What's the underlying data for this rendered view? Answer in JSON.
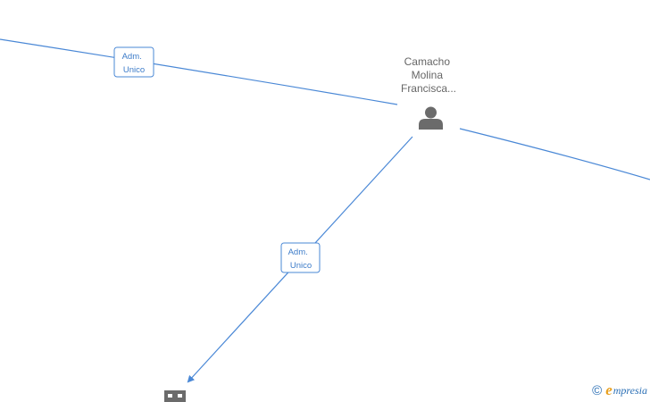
{
  "nodes": {
    "person": {
      "label_lines": [
        "Camacho",
        "Molina",
        "Francisca..."
      ],
      "icon": "person-icon"
    },
    "company": {
      "icon": "building-icon"
    }
  },
  "edges": [
    {
      "label_lines": [
        "Adm.",
        "Unico"
      ]
    },
    {
      "label_lines": [
        "Adm.",
        "Unico"
      ]
    }
  ],
  "watermark": {
    "copyright": "©",
    "brand_initial": "e",
    "brand_rest": "mpresia"
  },
  "colors": {
    "edge": "#4a88d6",
    "icon": "#6b6b6b",
    "brand_blue": "#2a6fb5",
    "brand_orange": "#e8a020"
  }
}
